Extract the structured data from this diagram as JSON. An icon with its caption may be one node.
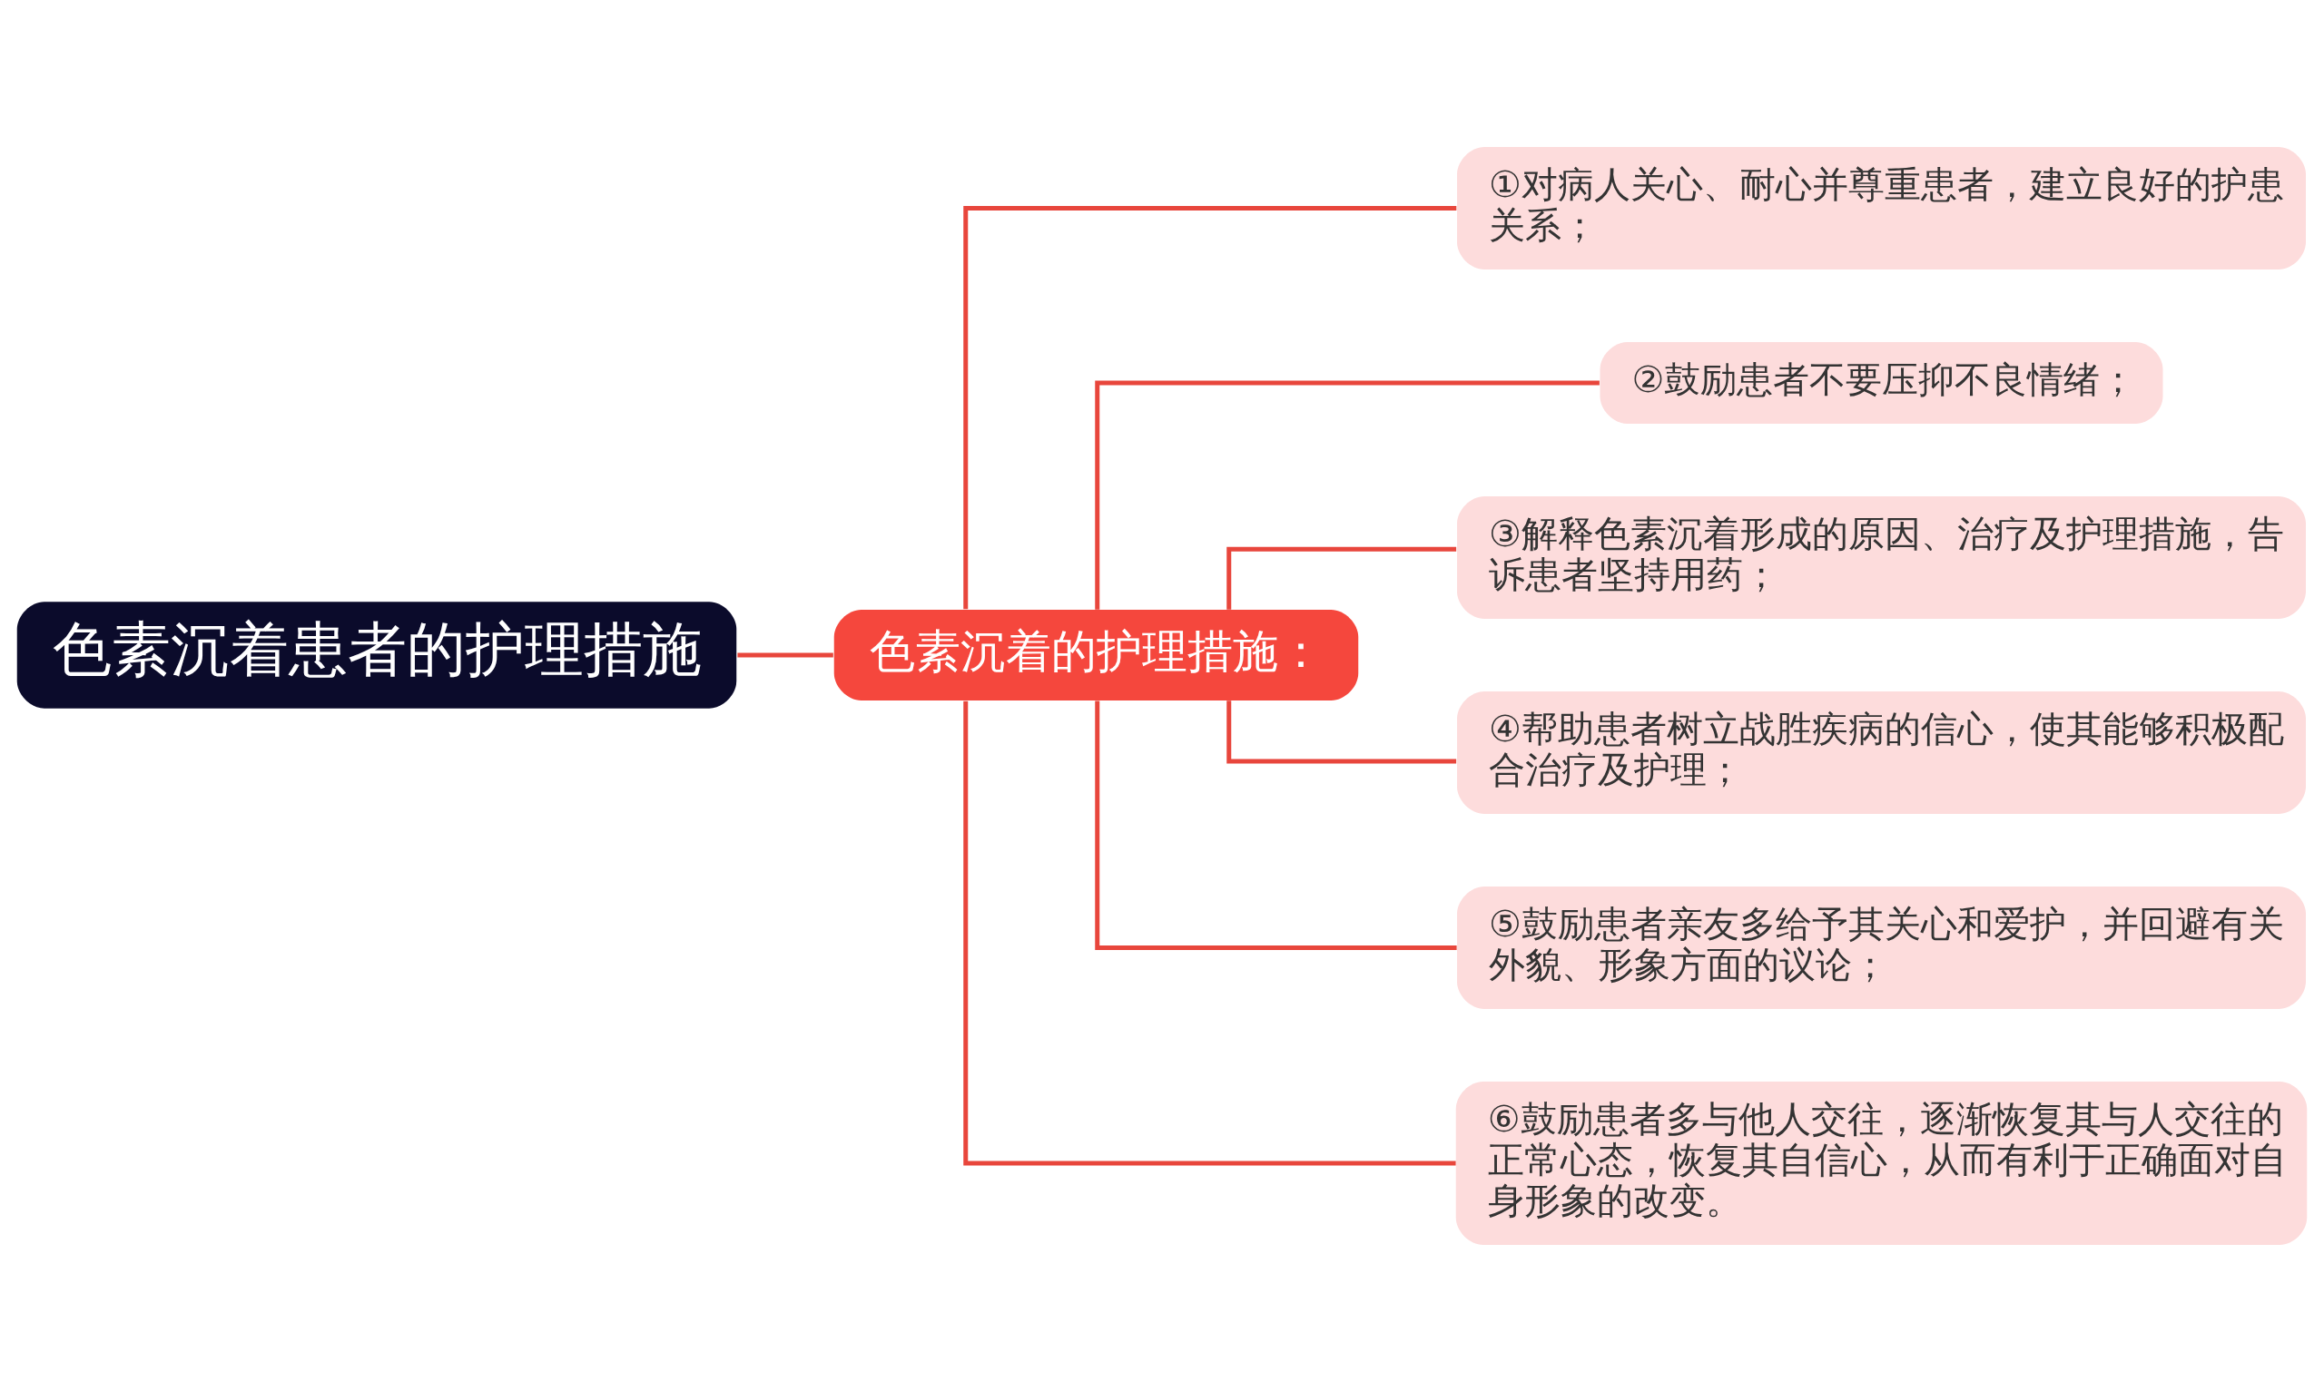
{
  "diagram": {
    "nodes": [
      {
        "text": [
          "色素沉着患者的护理措施"
        ]
      },
      {
        "text": [
          "色素沉着的护理措施："
        ]
      },
      {
        "text": [
          "①对病人关心、耐心并尊重患者，建立良好的护患关系；"
        ]
      },
      {
        "text": [
          "②鼓励患者不要压抑不良情绪；"
        ]
      },
      {
        "text": [
          "③解释色素沉着形成的原因、治疗及护理措施，告诉患者坚持用药；"
        ]
      },
      {
        "text": [
          "④帮助患者树立战胜疾病的信心，使其能够积极配合治疗及护理；"
        ]
      },
      {
        "text": [
          "⑤鼓励患者亲友多给予其关心和爱护，并回避有关外貌、形象方面的议论；"
        ]
      },
      {
        "text": [
          "⑥鼓励患者多与他人交往，逐渐恢复其与人交往的正常心态，恢复其自信心，从而有利于正确面对自身形象的改变。"
        ]
      }
    ],
    "edges": [
      {
        "from": 0,
        "to": 1,
        "arrow": "none"
      },
      {
        "from": 1,
        "to": 2,
        "arrow": "none"
      },
      {
        "from": 1,
        "to": 3,
        "arrow": "none"
      },
      {
        "from": 1,
        "to": 4,
        "arrow": "none"
      },
      {
        "from": 1,
        "to": 5,
        "arrow": "none"
      },
      {
        "from": 1,
        "to": 6,
        "arrow": "none"
      },
      {
        "from": 1,
        "to": 7,
        "arrow": "none"
      }
    ]
  }
}
